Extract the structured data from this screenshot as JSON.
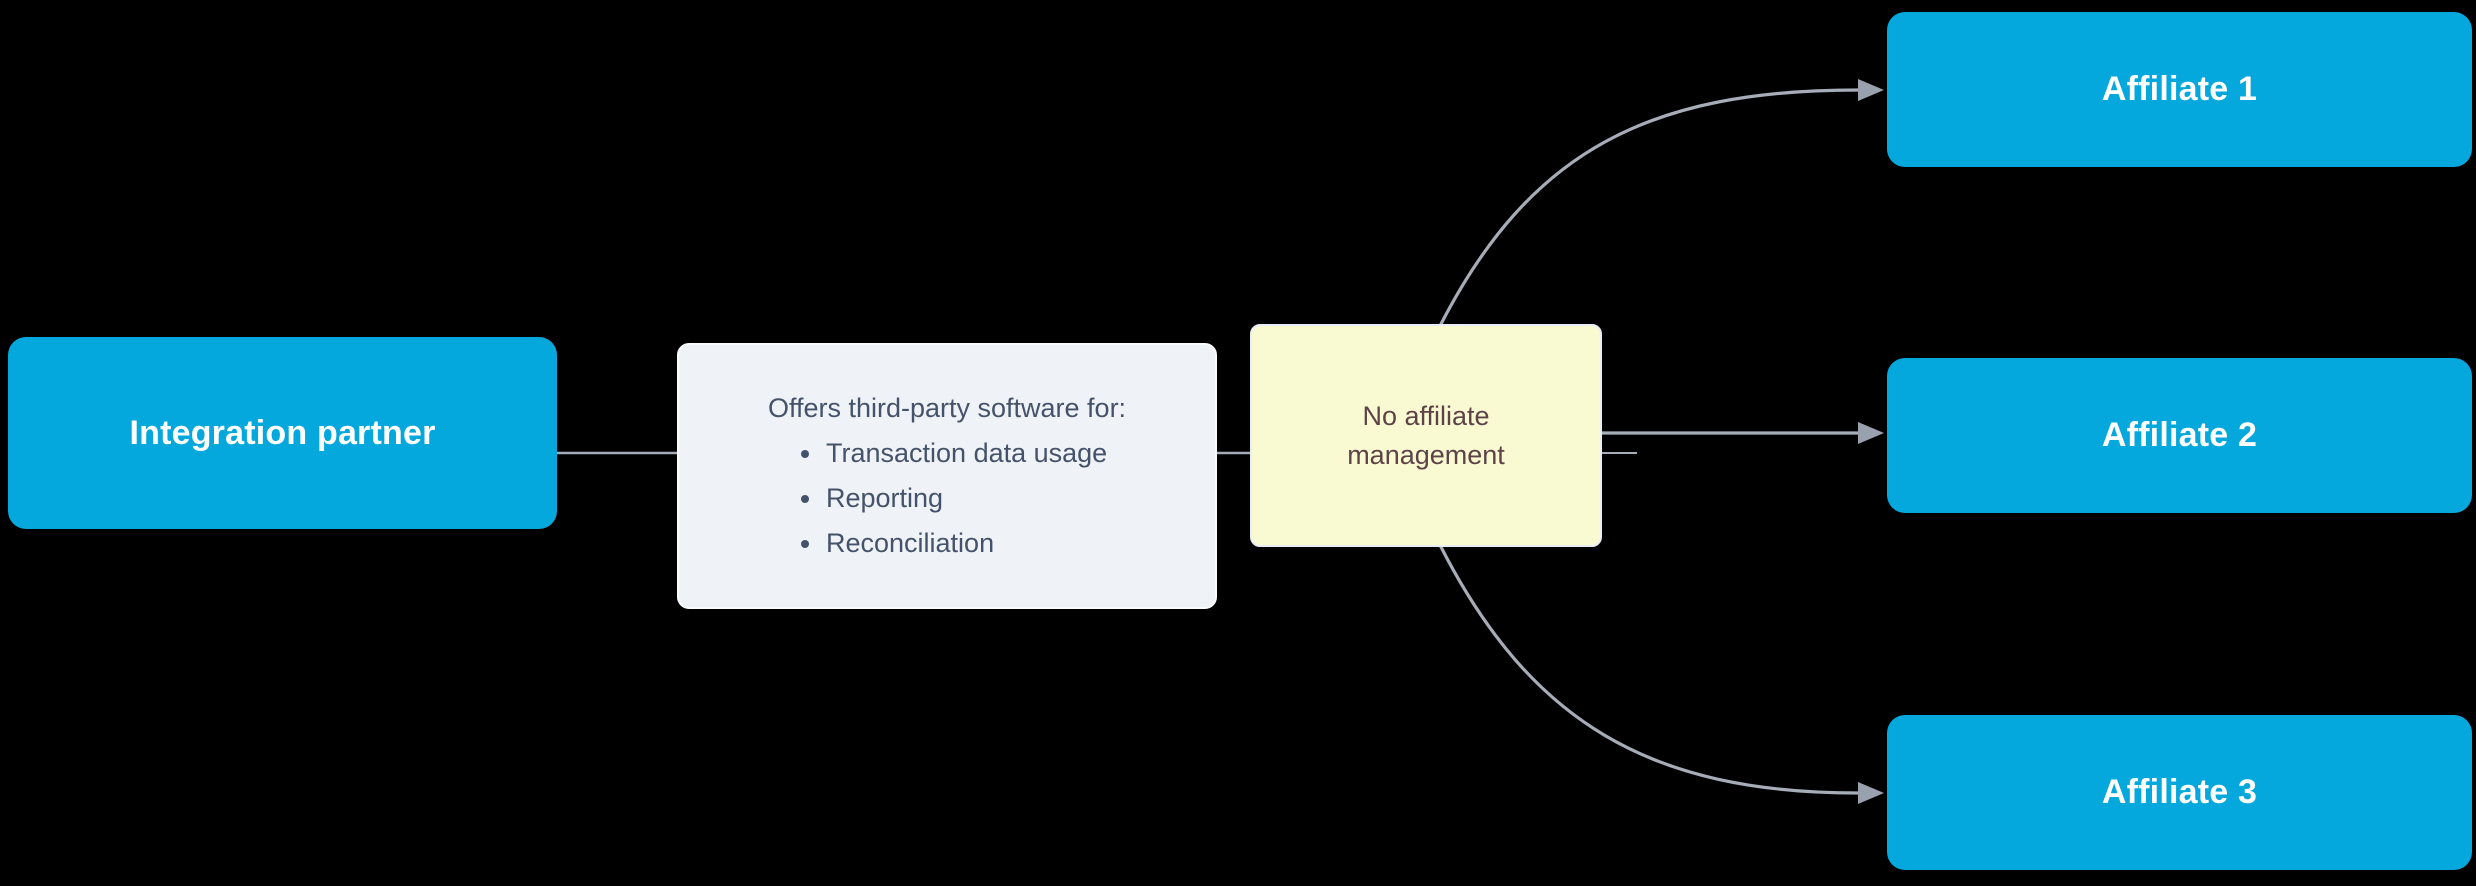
{
  "diagram": {
    "background_color": "#000000",
    "edge_color": "#A6ACB8",
    "arrowhead_color": "#9AA1AE",
    "node_blue_color": "#05A8DC",
    "node_blue_text_color": "#FFFFFF",
    "offer_box_color": "#EFF2F6",
    "offer_text_color": "#44536B",
    "note_box_color": "#FAFAD2",
    "note_text_color": "#5D4348",
    "nodes": {
      "integration_partner": {
        "label": "Integration partner"
      },
      "software_offer": {
        "heading": "Offers third-party software for:",
        "bullets": [
          "Transaction data usage",
          "Reporting",
          "Reconciliation"
        ]
      },
      "no_affiliate_management": {
        "label": "No affiliate management"
      },
      "affiliates": [
        {
          "label": "Affiliate 1"
        },
        {
          "label": "Affiliate 2"
        },
        {
          "label": "Affiliate 3"
        }
      ]
    }
  }
}
